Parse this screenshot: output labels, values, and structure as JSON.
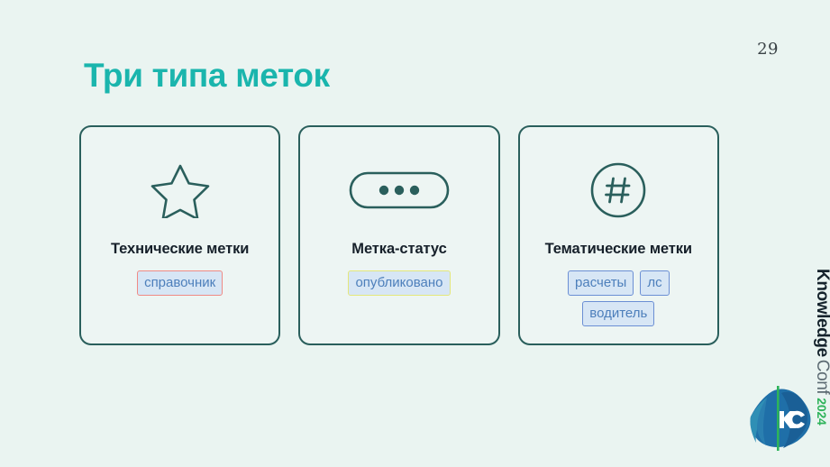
{
  "slide": {
    "page_number": "29",
    "title": "Три типа меток",
    "background_color": "#eaf4f1",
    "title_color": "#1ab5ad"
  },
  "cards": [
    {
      "icon": "star-outline-icon",
      "title": "Технические метки",
      "tags": [
        {
          "label": "справочник",
          "border_color": "#f08a84",
          "fill_color": "#d7e6f5",
          "text_color": "#4d7fbb",
          "variant": "red"
        }
      ]
    },
    {
      "icon": "status-pill-dots-icon",
      "title": "Метка-статус",
      "tags": [
        {
          "label": "опубликовано",
          "border_color": "#e4e77a",
          "fill_color": "#d7e6f5",
          "text_color": "#4d7fbb",
          "variant": "yellow"
        }
      ]
    },
    {
      "icon": "hash-circle-icon",
      "title": "Тематические метки",
      "tags": [
        {
          "label": "расчеты",
          "border_color": "#6b8fd4",
          "fill_color": "#d7e6f5",
          "text_color": "#4d7fbb",
          "variant": "blue"
        },
        {
          "label": "лс",
          "border_color": "#6b8fd4",
          "fill_color": "#d7e6f5",
          "text_color": "#4d7fbb",
          "variant": "blue"
        },
        {
          "label": "водитель",
          "border_color": "#6b8fd4",
          "fill_color": "#d7e6f5",
          "text_color": "#4d7fbb",
          "variant": "blue"
        }
      ]
    }
  ],
  "brand": {
    "name": "Knowledge",
    "suffix": "Conf",
    "year": "2024",
    "mark_text": "KC",
    "mark_color": "#1f6fa8",
    "accent_color": "#2eb35a"
  }
}
